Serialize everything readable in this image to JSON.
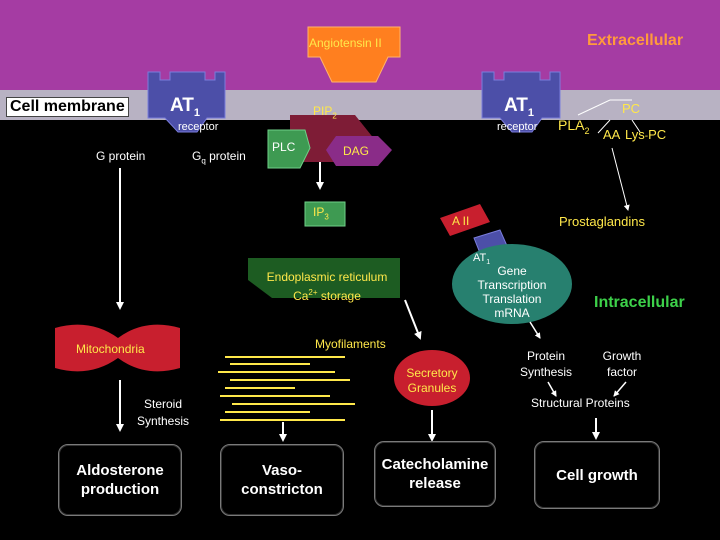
{
  "colors": {
    "extracellular_bg": "#a53ca3",
    "membrane_bg": "#b8b2c3",
    "receptor": "#4c4fa8",
    "orange": "#ff7f1f",
    "green": "#3e9a52",
    "maroon": "#7e1c36",
    "red": "#c81f2e",
    "yellow": "#ffe84a",
    "teal": "#27806f",
    "dark_green": "#1d5c22",
    "purple": "#8a2c88"
  },
  "labels": {
    "extracellular": "Extracellular",
    "angiotensin": "Angiotensin II",
    "cell_membrane": "Cell membrane",
    "at1_left": "AT",
    "at1_right": "AT",
    "at1_sub": "1",
    "receptor_left": "receptor",
    "receptor_right": "receptor",
    "g_protein": "G protein",
    "gq_protein_g": "G",
    "gq_protein_sub": "q",
    "gq_protein_rest": " protein",
    "plc": "PLC",
    "pip2": "PIP",
    "pip2_sub": "2",
    "dag": "DAG",
    "ip3": "IP",
    "ip3_sub": "3",
    "pla2": "PLA",
    "pla2_sub": "2",
    "pc": "PC",
    "aa": "AA",
    "lyspc": "Lys",
    "lyspc_rest": "PC",
    "prostaglandins": "Prostaglandins",
    "a2": "A II",
    "at1_small": "AT",
    "at1_small_sub": "1",
    "gene_line1": "Gene",
    "gene_line2": "Transcription",
    "gene_line3": "Translation",
    "gene_line4": "mRNA",
    "er_line1": "Endoplasmic reticulum",
    "er_line2_a": "Ca",
    "er_line2_sup": "2+",
    "er_line2_b": " storage",
    "intracellular": "Intracellular",
    "mitochondria": "Mitochondria",
    "myofilaments": "Myofilaments",
    "secretory_line1": "Secretory",
    "secretory_line2": "Granules",
    "protein_line1": "Protein",
    "protein_line2": "Synthesis",
    "growth_line1": "Growth",
    "growth_line2": "factor",
    "steroid_line1": "Steroid",
    "steroid_line2": "Synthesis",
    "structural": "Structural Proteins",
    "aldosterone": "Aldosterone\nproduction",
    "vaso": "Vaso-\nconstricton",
    "catecholamine": "Catecholamine\nrelease",
    "cell_growth": "Cell growth"
  }
}
